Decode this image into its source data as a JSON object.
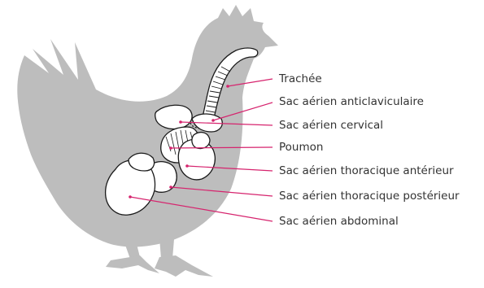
{
  "colors": {
    "silhouette": "#bdbdbd",
    "organ_fill": "#ffffff",
    "organ_stroke": "#1a1a1a",
    "leader_line": "#d6246e",
    "label_text": "#333333"
  },
  "labels": [
    {
      "id": "trachea",
      "text": "Trachée"
    },
    {
      "id": "anticlavicular",
      "text": "Sac aérien anticlaviculaire"
    },
    {
      "id": "cervical",
      "text": "Sac aérien cervical"
    },
    {
      "id": "lung",
      "text": "Poumon"
    },
    {
      "id": "ant-thoracic",
      "text": "Sac aérien thoracique antérieur"
    },
    {
      "id": "post-thoracic",
      "text": "Sac aérien thoracique postérieur"
    },
    {
      "id": "abdominal",
      "text": "Sac aérien abdominal"
    }
  ]
}
